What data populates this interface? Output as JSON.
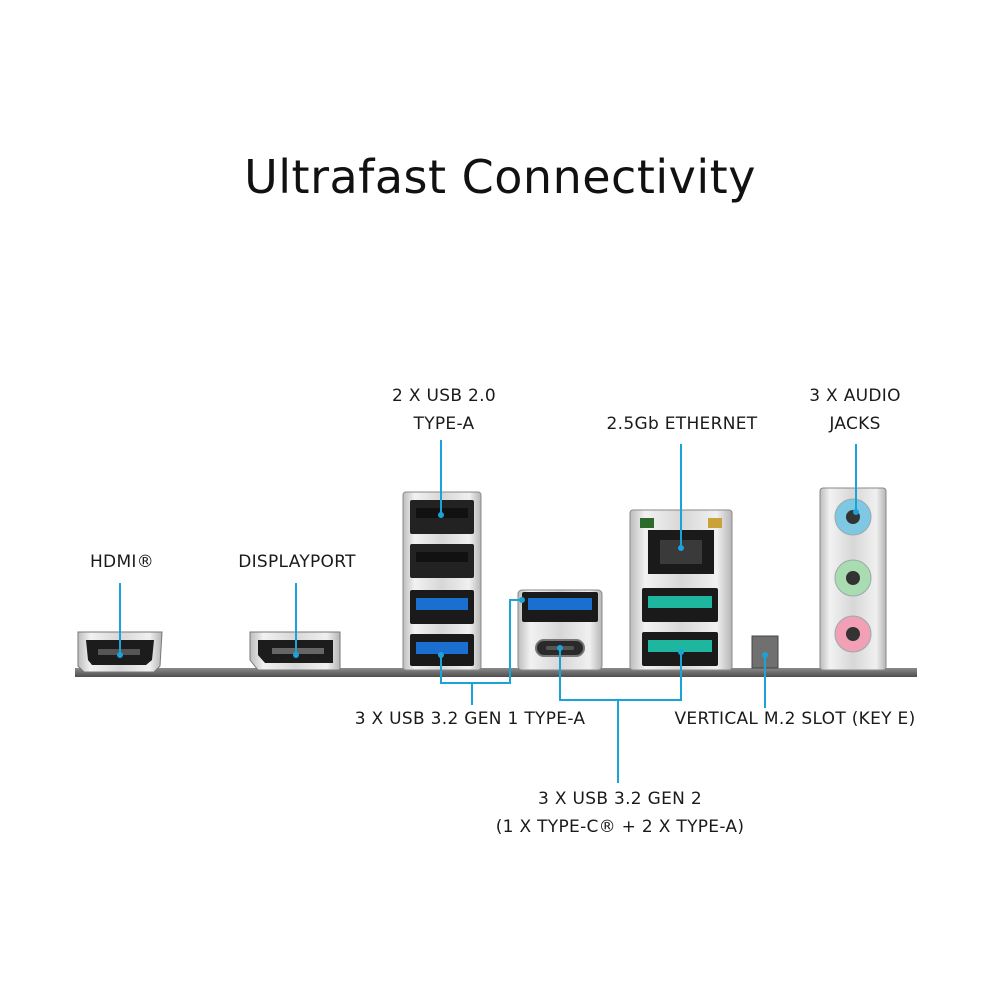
{
  "title": "Ultrafast Connectivity",
  "colors": {
    "callout": "#1aa3d9",
    "usb3_blue": "#1a6fd1",
    "usb_gen2_teal": "#1fb6a0",
    "audio_blue": "#7ec8e3",
    "audio_green": "#a9dcb0",
    "audio_pink": "#f2a0b5",
    "io_plate": "#6e6e6e"
  },
  "labels": {
    "hdmi": "HDMI®",
    "displayport": "DISPLAYPORT",
    "usb20": [
      "2 X USB 2.0",
      "TYPE-A"
    ],
    "ethernet": "2.5Gb ETHERNET",
    "audio": [
      "3 X AUDIO",
      "JACKS"
    ],
    "usb32_gen1": "3 X USB 3.2 GEN 1 TYPE-A",
    "m2_slot": "VERTICAL M.2 SLOT (KEY E)",
    "usb32_gen2": [
      "3 X USB 3.2 GEN 2",
      "(1 X TYPE-C® + 2 X TYPE-A)"
    ]
  }
}
